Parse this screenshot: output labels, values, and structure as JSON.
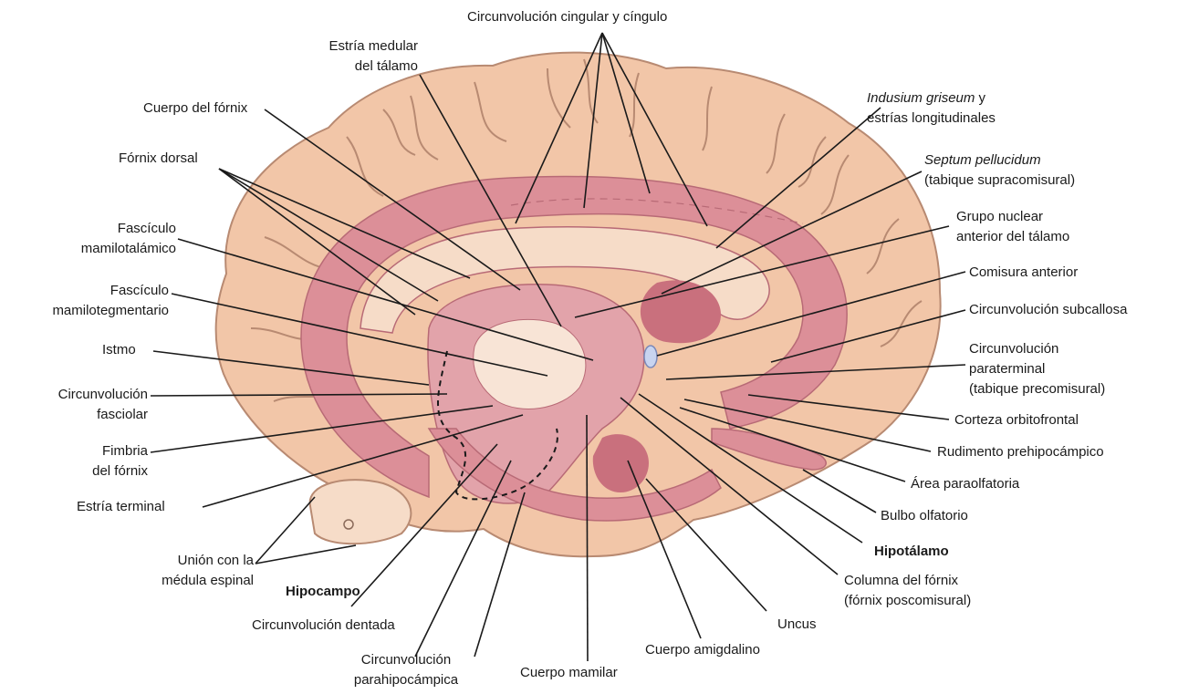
{
  "labels": {
    "cingular": "Circunvolución cingular y cíngulo",
    "estria_medular_1": "Estría medular",
    "estria_medular_2": "del tálamo",
    "cuerpo_fornix": "Cuerpo del fórnix",
    "fornix_dorsal": "Fórnix dorsal",
    "fasc_mamilotal_1": "Fascículo",
    "fasc_mamilotal_2": "mamilotalámico",
    "fasc_mamiloteg_1": "Fascículo",
    "fasc_mamiloteg_2": "mamilotegmentario",
    "istmo": "Istmo",
    "circ_fasciolar_1": "Circunvolución",
    "circ_fasciolar_2": "fasciolar",
    "fimbria_1": "Fimbria",
    "fimbria_2": "del fórnix",
    "estria_terminal": "Estría terminal",
    "union_1": "Unión con la",
    "union_2": "médula espinal",
    "hipocampo": "Hipocampo",
    "circ_dentada": "Circunvolución dentada",
    "parahipo_1": "Circunvolución",
    "parahipo_2": "parahipocámpica",
    "cuerpo_mamilar": "Cuerpo mamilar",
    "cuerpo_amigdalino": "Cuerpo amigdalino",
    "uncus": "Uncus",
    "columna_fornix_1": "Columna del fórnix",
    "columna_fornix_2": "(fórnix poscomisural)",
    "hipotalamo": "Hipotálamo",
    "bulbo_olfatorio": "Bulbo olfatorio",
    "area_paraolfatoria": "Área paraolfatoria",
    "rudimento": "Rudimento prehipocámpico",
    "corteza_orbitofrontal": "Corteza orbitofrontal",
    "paraterminal_1": "Circunvolución",
    "paraterminal_2": "paraterminal",
    "paraterminal_3": "(tabique precomisural)",
    "subcallosa": "Circunvolución subcallosa",
    "comisura_anterior": "Comisura anterior",
    "grupo_nuclear_1": "Grupo nuclear",
    "grupo_nuclear_2": "anterior del tálamo",
    "septum_1": "Septum pellucidum",
    "septum_2": "(tabique supracomisural)",
    "indusium_1": "Indusium griseum",
    "indusium_1b": " y",
    "indusium_2": "estrías longitudinales"
  },
  "colors": {
    "cortex_fill": "#f2c6a8",
    "cortex_outline": "#b88a72",
    "limbic_fill": "#dc8f98",
    "limbic_dark": "#c9707d",
    "callosum_fill": "#f6dcc8",
    "ventricle_fill": "#f8e4d6",
    "anterior_commissure": "#c8d4f0",
    "leader_line": "#1a1a1a"
  }
}
